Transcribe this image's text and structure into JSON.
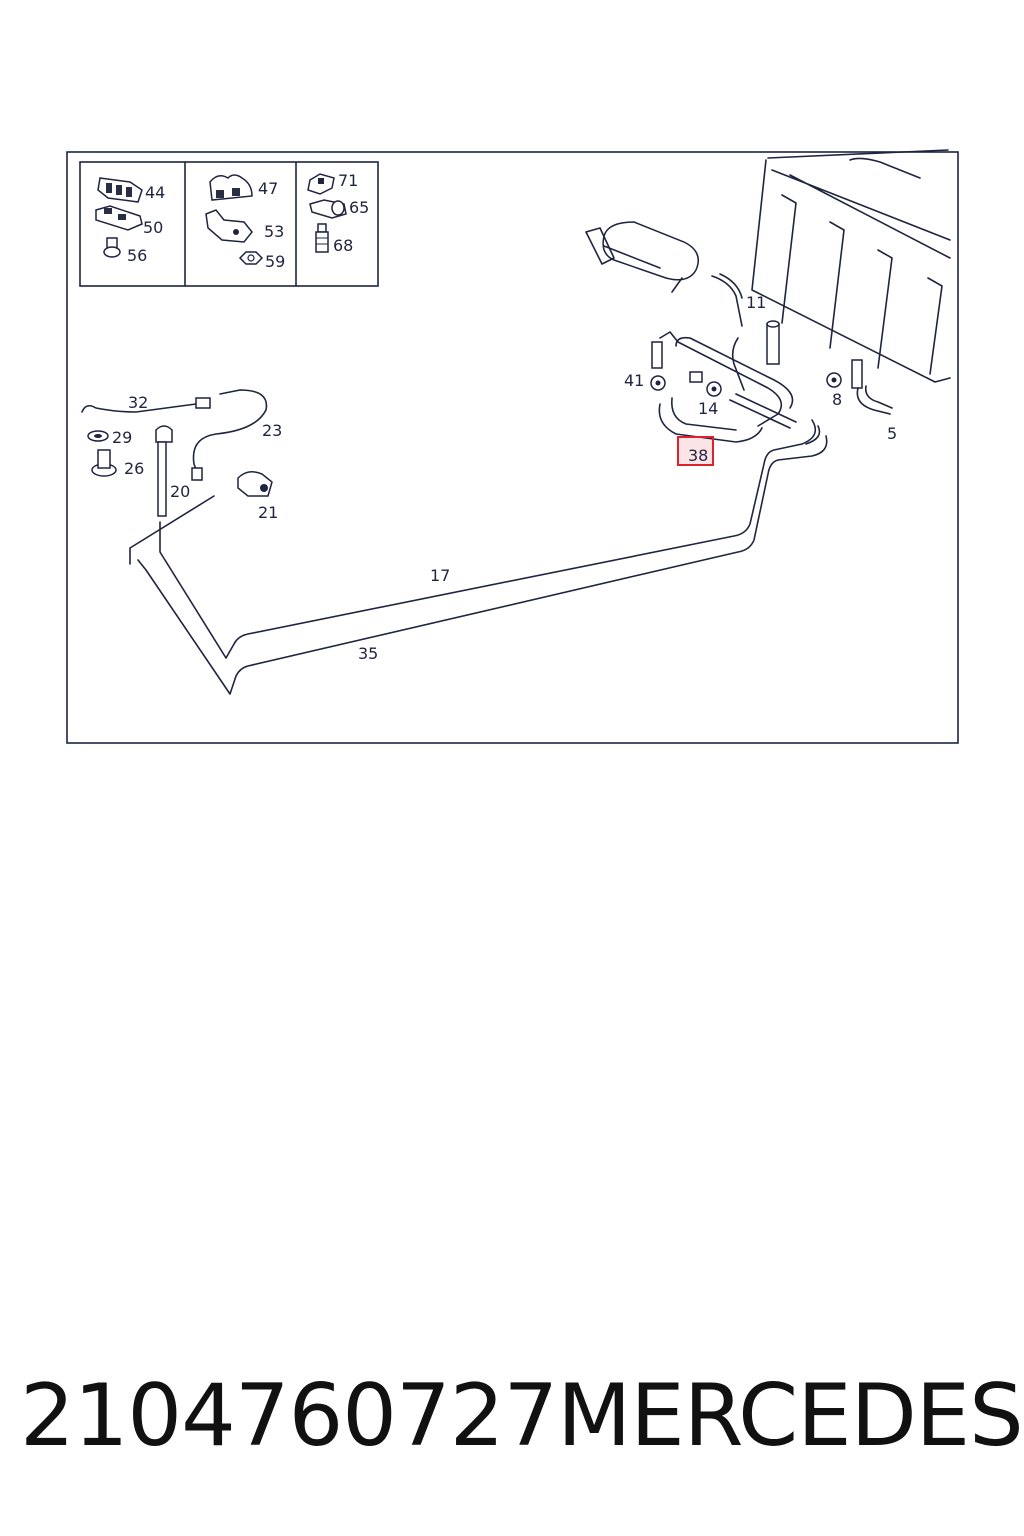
{
  "diagram": {
    "legend_labels": [
      "44",
      "50",
      "56",
      "47",
      "53",
      "59",
      "71",
      "65",
      "68"
    ],
    "part_labels": {
      "p32": "32",
      "p29": "29",
      "p26": "26",
      "p20": "20",
      "p23": "23",
      "p21": "21",
      "p17": "17",
      "p35": "35",
      "p41": "41",
      "p14": "14",
      "p38": "38",
      "p11": "11",
      "p8": "8",
      "p5": "5"
    },
    "highlighted_part": "38",
    "highlight_color": "#e0202a"
  },
  "footer": {
    "part_number": "2104760727",
    "brand": "MERCEDES"
  }
}
